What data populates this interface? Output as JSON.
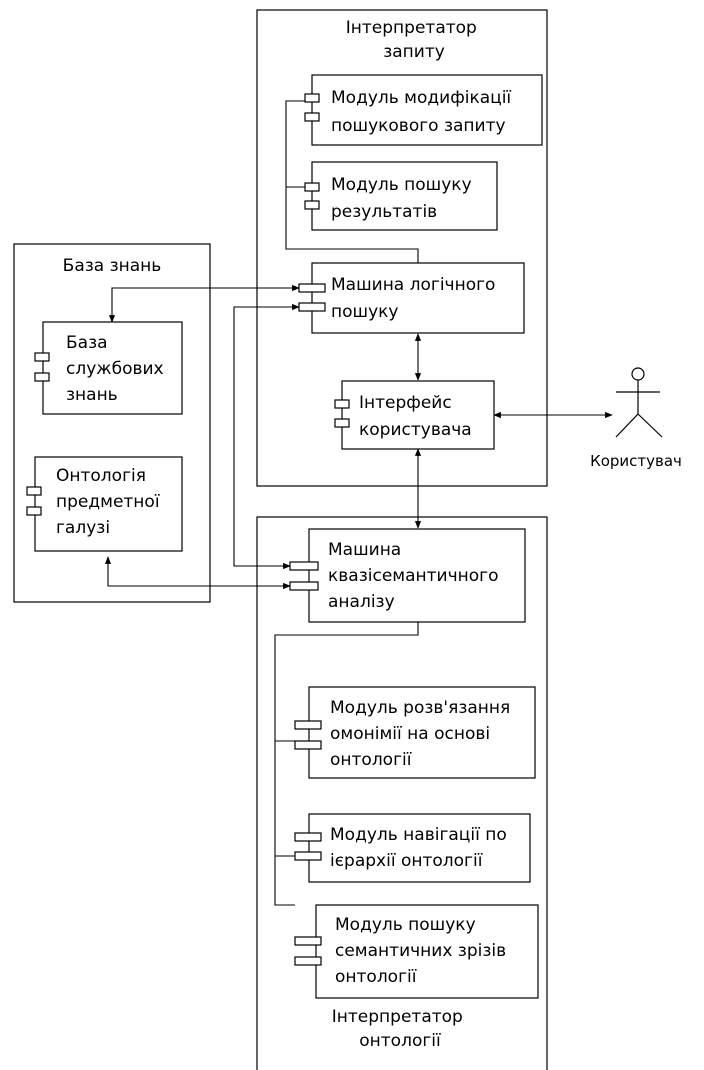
{
  "containers": {
    "query_interpreter": [
      "Інтерпретатор",
      "запиту"
    ],
    "knowledge_base": [
      "База знань"
    ],
    "ontology_interpreter": [
      "Інтерпретатор",
      "онтології"
    ]
  },
  "components": {
    "modify_query": [
      "Модуль модифікації",
      "пошукового запиту"
    ],
    "search_results": [
      "Модуль пошуку",
      "результатів"
    ],
    "logic_engine": [
      "Машина логічного",
      "пошуку"
    ],
    "user_interface": [
      "Інтерфейс",
      "користувача"
    ],
    "service_kb": [
      "База",
      "службових",
      "знань"
    ],
    "domain_ontology": [
      "Онтологія",
      "предметної",
      "галузі"
    ],
    "quasi_semantic": [
      "Машина",
      "квазісемантичного",
      "аналізу"
    ],
    "homonymy": [
      "Модуль розв'язання",
      "омонімії на основі",
      "онтології"
    ],
    "navigation": [
      "Модуль навігації по",
      "ієрархії онтології"
    ],
    "semantic_slices": [
      "Модуль пошуку",
      "семантичних зрізів",
      "онтології"
    ]
  },
  "actor": {
    "label": "Користувач"
  }
}
